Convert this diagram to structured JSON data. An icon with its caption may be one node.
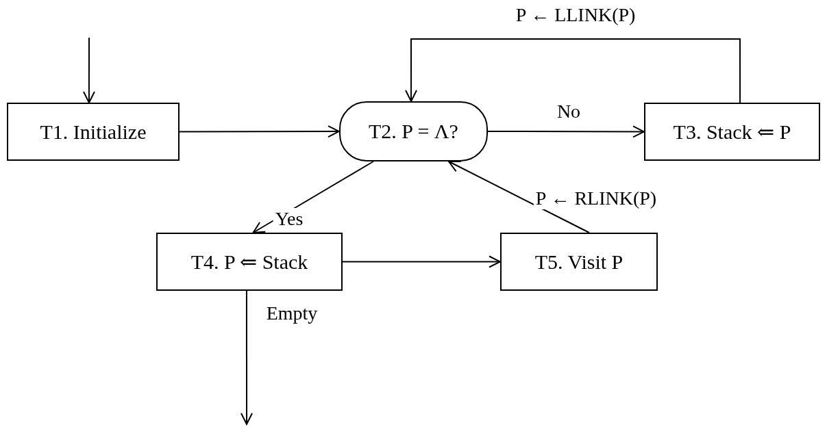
{
  "diagram": {
    "nodes": [
      {
        "text": [
          "T1. Initialize"
        ]
      },
      {
        "text": [
          "T2. P = Λ?"
        ]
      },
      {
        "text": [
          "T3. Stack ⇐ P"
        ]
      },
      {
        "text": [
          "T4. P ⇐ Stack"
        ]
      },
      {
        "text": [
          "T5. Visit P"
        ]
      }
    ],
    "edges": [
      {
        "from": null,
        "to": 0,
        "arrow": "to"
      },
      {
        "from": 0,
        "to": 1,
        "arrow": "to"
      },
      {
        "from": 1,
        "to": 2,
        "arrow": "to",
        "label": "No"
      },
      {
        "from": 2,
        "to": 1,
        "arrow": "to",
        "label": "P ← LLINK(P)"
      },
      {
        "from": 1,
        "to": 3,
        "arrow": "to",
        "label": "Yes"
      },
      {
        "from": 3,
        "to": 4,
        "arrow": "to"
      },
      {
        "from": 4,
        "to": 1,
        "arrow": "to",
        "label": "P ← RLINK(P)"
      },
      {
        "from": 3,
        "to": null,
        "arrow": "to",
        "label": "Empty"
      }
    ]
  }
}
